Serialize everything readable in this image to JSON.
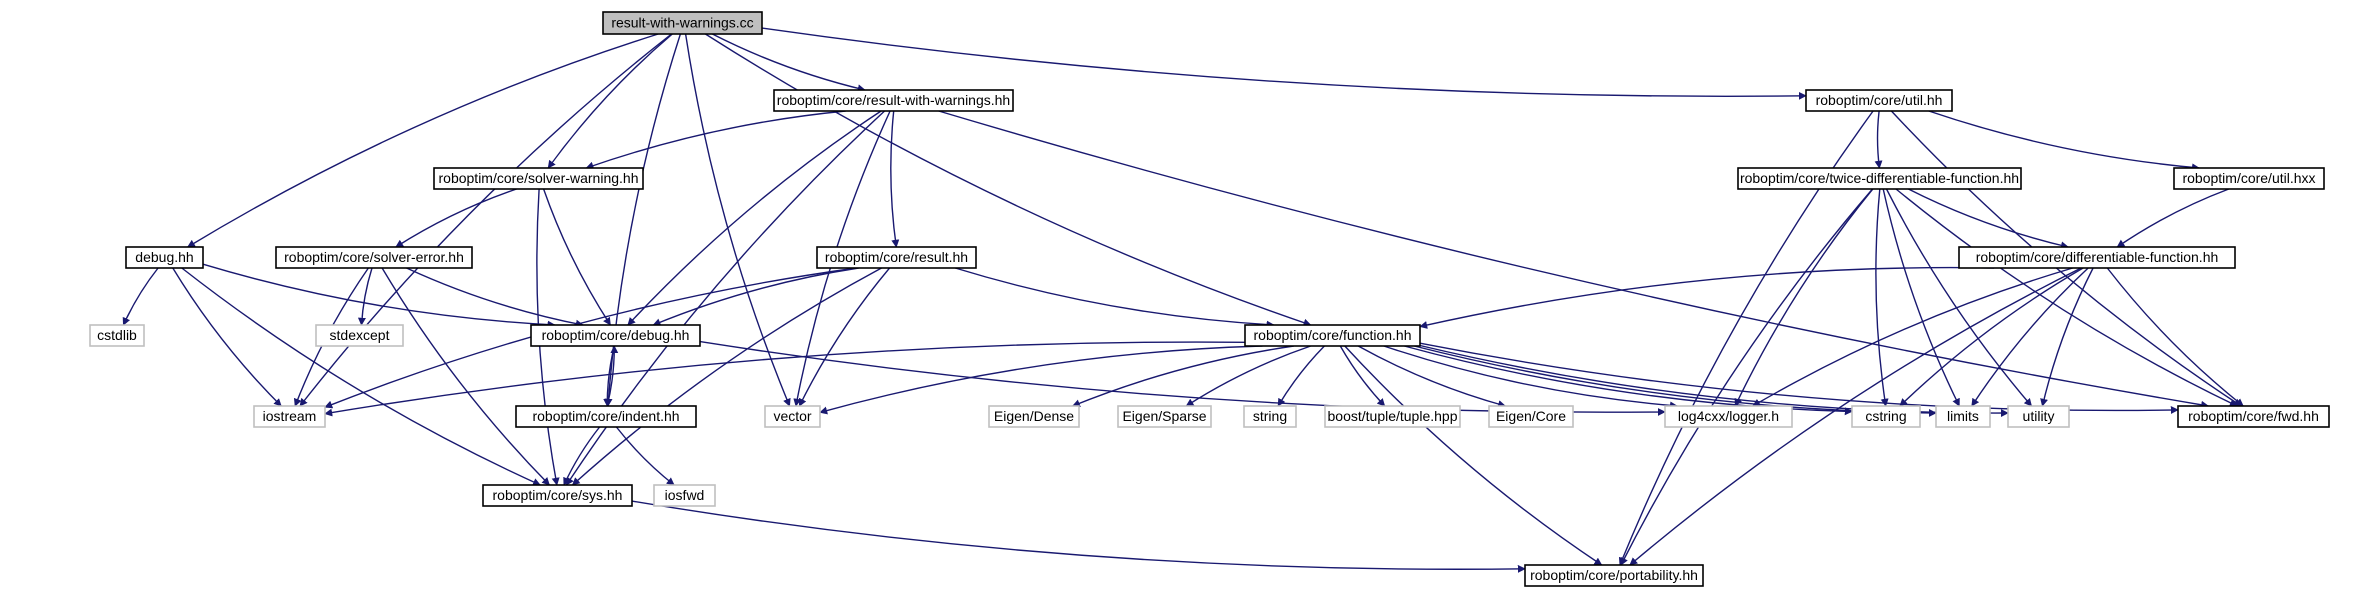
{
  "colors": {
    "edge": "#191970",
    "root_fill": "#bfbfbf",
    "node_border": "#000000",
    "external_border": "#bfbfbf"
  },
  "nodes": {
    "root": {
      "label": "result-with-warnings.cc",
      "kind": "root"
    },
    "rww": {
      "label": "roboptim/core/result-with-warnings.hh",
      "kind": "local"
    },
    "util": {
      "label": "roboptim/core/util.hh",
      "kind": "local"
    },
    "sw": {
      "label": "roboptim/core/solver-warning.hh",
      "kind": "local"
    },
    "tdf": {
      "label": "roboptim/core/twice-differentiable-function.hh",
      "kind": "local"
    },
    "uhxx": {
      "label": "roboptim/core/util.hxx",
      "kind": "local"
    },
    "debug": {
      "label": "debug.hh",
      "kind": "local"
    },
    "se": {
      "label": "roboptim/core/solver-error.hh",
      "kind": "local"
    },
    "result": {
      "label": "roboptim/core/result.hh",
      "kind": "local"
    },
    "df": {
      "label": "roboptim/core/differentiable-function.hh",
      "kind": "local"
    },
    "cdebug": {
      "label": "roboptim/core/debug.hh",
      "kind": "local"
    },
    "func": {
      "label": "roboptim/core/function.hh",
      "kind": "local"
    },
    "cstdlib": {
      "label": "cstdlib",
      "kind": "external"
    },
    "stdexcept": {
      "label": "stdexcept",
      "kind": "external"
    },
    "iostream": {
      "label": "iostream",
      "kind": "external"
    },
    "indent": {
      "label": "roboptim/core/indent.hh",
      "kind": "local"
    },
    "vector": {
      "label": "vector",
      "kind": "external"
    },
    "edense": {
      "label": "Eigen/Dense",
      "kind": "external"
    },
    "esparse": {
      "label": "Eigen/Sparse",
      "kind": "external"
    },
    "string": {
      "label": "string",
      "kind": "external"
    },
    "boost": {
      "label": "boost/tuple/tuple.hpp",
      "kind": "external"
    },
    "ecore": {
      "label": "Eigen/Core",
      "kind": "external"
    },
    "log4": {
      "label": "log4cxx/logger.h",
      "kind": "external"
    },
    "cstring": {
      "label": "cstring",
      "kind": "external"
    },
    "limits": {
      "label": "limits",
      "kind": "external"
    },
    "utility": {
      "label": "utility",
      "kind": "external"
    },
    "fwd": {
      "label": "roboptim/core/fwd.hh",
      "kind": "local"
    },
    "sys": {
      "label": "roboptim/core/sys.hh",
      "kind": "local"
    },
    "iosfwd": {
      "label": "iosfwd",
      "kind": "external"
    },
    "port": {
      "label": "roboptim/core/portability.hh",
      "kind": "local"
    }
  },
  "edges": [
    [
      "root",
      "rww"
    ],
    [
      "root",
      "util"
    ],
    [
      "root",
      "sw"
    ],
    [
      "root",
      "debug"
    ],
    [
      "root",
      "iostream"
    ],
    [
      "root",
      "indent"
    ],
    [
      "root",
      "vector"
    ],
    [
      "root",
      "func"
    ],
    [
      "rww",
      "sw"
    ],
    [
      "rww",
      "result"
    ],
    [
      "rww",
      "cdebug"
    ],
    [
      "rww",
      "vector"
    ],
    [
      "rww",
      "sys"
    ],
    [
      "rww",
      "fwd"
    ],
    [
      "util",
      "tdf"
    ],
    [
      "util",
      "uhxx"
    ],
    [
      "util",
      "port"
    ],
    [
      "util",
      "fwd"
    ],
    [
      "sw",
      "se"
    ],
    [
      "sw",
      "cdebug"
    ],
    [
      "sw",
      "sys"
    ],
    [
      "se",
      "cdebug"
    ],
    [
      "se",
      "stdexcept"
    ],
    [
      "se",
      "iostream"
    ],
    [
      "se",
      "sys"
    ],
    [
      "debug",
      "cstdlib"
    ],
    [
      "debug",
      "iostream"
    ],
    [
      "debug",
      "cdebug"
    ],
    [
      "debug",
      "sys"
    ],
    [
      "result",
      "cdebug"
    ],
    [
      "result",
      "func"
    ],
    [
      "result",
      "iostream"
    ],
    [
      "result",
      "vector"
    ],
    [
      "result",
      "sys"
    ],
    [
      "cdebug",
      "indent"
    ],
    [
      "indent",
      "cdebug"
    ],
    [
      "indent",
      "sys"
    ],
    [
      "indent",
      "iosfwd"
    ],
    [
      "cdebug",
      "log4"
    ],
    [
      "tdf",
      "df"
    ],
    [
      "tdf",
      "log4"
    ],
    [
      "tdf",
      "cstring"
    ],
    [
      "tdf",
      "limits"
    ],
    [
      "tdf",
      "utility"
    ],
    [
      "tdf",
      "fwd"
    ],
    [
      "tdf",
      "port"
    ],
    [
      "uhxx",
      "df"
    ],
    [
      "df",
      "func"
    ],
    [
      "df",
      "log4"
    ],
    [
      "df",
      "cstring"
    ],
    [
      "df",
      "limits"
    ],
    [
      "df",
      "utility"
    ],
    [
      "df",
      "fwd"
    ],
    [
      "df",
      "port"
    ],
    [
      "func",
      "iostream"
    ],
    [
      "func",
      "vector"
    ],
    [
      "func",
      "edense"
    ],
    [
      "func",
      "esparse"
    ],
    [
      "func",
      "string"
    ],
    [
      "func",
      "boost"
    ],
    [
      "func",
      "ecore"
    ],
    [
      "func",
      "log4"
    ],
    [
      "func",
      "cstring"
    ],
    [
      "func",
      "limits"
    ],
    [
      "func",
      "utility"
    ],
    [
      "func",
      "fwd"
    ],
    [
      "func",
      "port"
    ],
    [
      "sys",
      "port"
    ]
  ]
}
